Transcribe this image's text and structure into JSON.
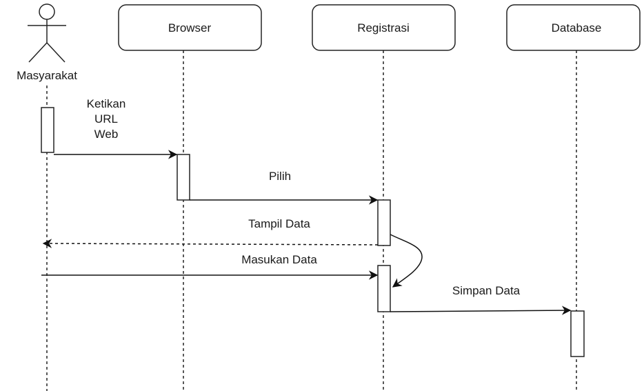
{
  "diagram": {
    "actor": {
      "label": "Masyarakat"
    },
    "participants": [
      {
        "id": "browser",
        "label": "Browser"
      },
      {
        "id": "registrasi",
        "label": "Registrasi"
      },
      {
        "id": "database",
        "label": "Database"
      }
    ],
    "messages": [
      {
        "label_lines": [
          "Ketikan",
          "URL",
          "Web"
        ],
        "from": "Masyarakat",
        "to": "Browser",
        "style": "solid"
      },
      {
        "label": "Pilih",
        "from": "Browser",
        "to": "Registrasi",
        "style": "solid"
      },
      {
        "label": "Tampil Data",
        "from": "Registrasi",
        "to": "Masyarakat",
        "style": "dashed"
      },
      {
        "label": "Masukan Data",
        "from": "Masyarakat",
        "to": "Registrasi",
        "style": "solid"
      },
      {
        "label": "Simpan Data",
        "from": "Registrasi",
        "to": "Database",
        "style": "solid"
      }
    ],
    "self_message": {
      "on": "Registrasi",
      "label": ""
    }
  }
}
